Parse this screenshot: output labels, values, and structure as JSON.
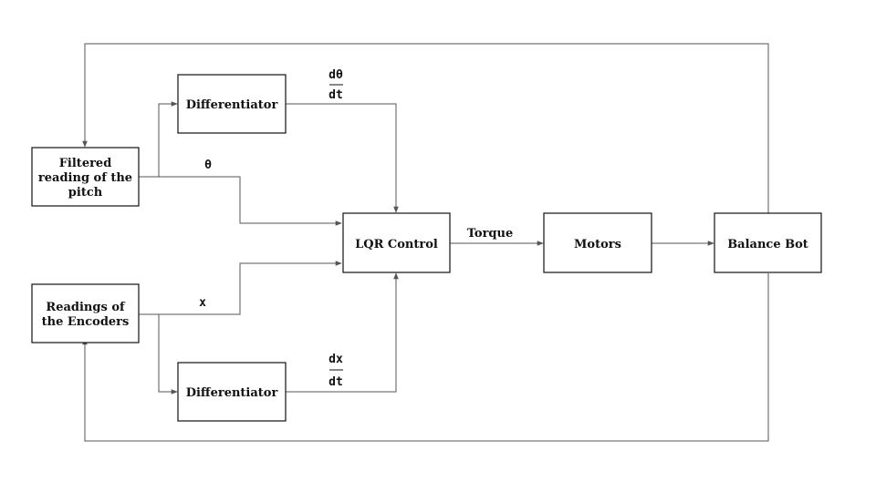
{
  "blocks": {
    "filtered_pitch": [
      "Filtered",
      "reading of the",
      "pitch"
    ],
    "encoders": [
      "Readings of",
      "the Encoders"
    ],
    "differentiator_top": "Differentiator",
    "differentiator_bottom": "Differentiator",
    "lqr": "LQR Control",
    "motors": "Motors",
    "balance_bot": "Balance Bot"
  },
  "signals": {
    "theta": "θ",
    "x": "x",
    "dtheta_num": "dθ",
    "dtheta_den": "dt",
    "dx_num": "dx",
    "dx_den": "dt",
    "torque": "Torque"
  }
}
